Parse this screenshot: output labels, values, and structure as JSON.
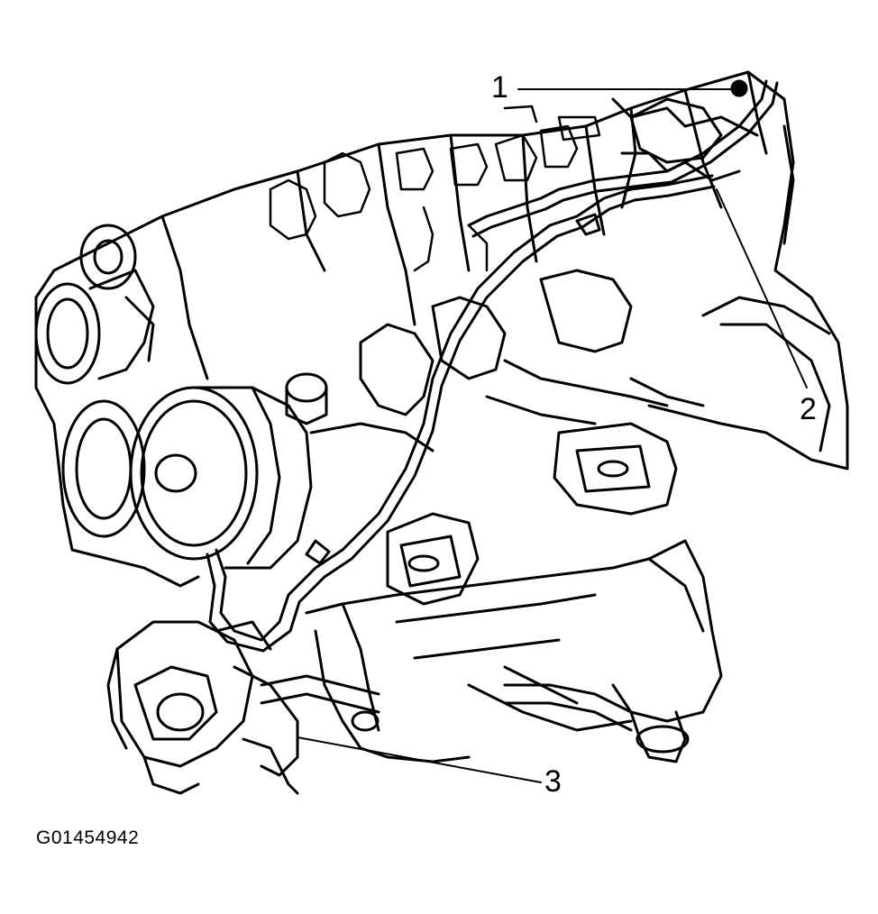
{
  "callouts": [
    {
      "number": "1"
    },
    {
      "number": "2"
    },
    {
      "number": "3"
    }
  ],
  "figure_id": "G01454942",
  "colors": {
    "ink": "#000000",
    "paper": "#ffffff"
  }
}
